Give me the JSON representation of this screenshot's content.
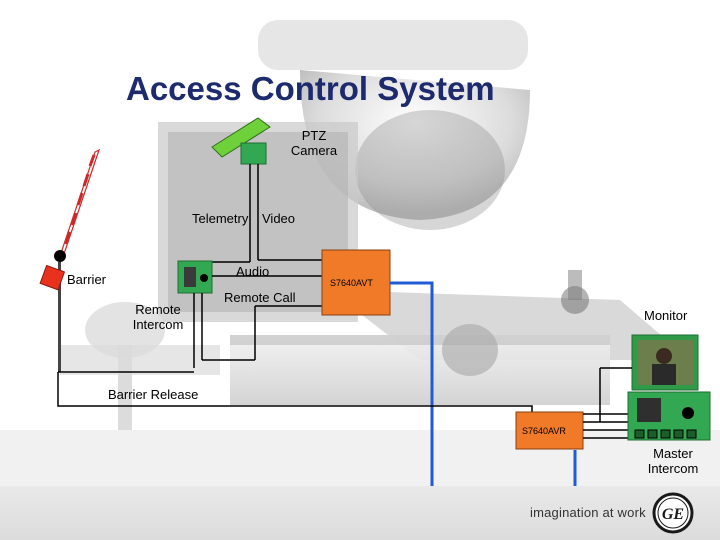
{
  "title": "Access Control System",
  "labels": {
    "ptz_camera_line1": "PTZ",
    "ptz_camera_line2": "Camera",
    "telemetry": "Telemetry",
    "video": "Video",
    "barrier": "Barrier",
    "audio": "Audio",
    "remote_call": "Remote Call",
    "remote_intercom_line1": "Remote",
    "remote_intercom_line2": "Intercom",
    "transmitter": "S7640AVT",
    "receiver": "S7640AVR",
    "monitor": "Monitor",
    "barrier_release": "Barrier Release",
    "master_intercom_line1": "Master",
    "master_intercom_line2": "Intercom"
  },
  "footer": {
    "tagline": "imagination at work",
    "logo_text": "GE"
  },
  "colors": {
    "title": "#1e2a6e",
    "video_link": "#1f5bd6",
    "module": "#f07a28",
    "intercom": "#33a852",
    "camera": "#6fd13a",
    "barrier_box": "#e8321e"
  }
}
